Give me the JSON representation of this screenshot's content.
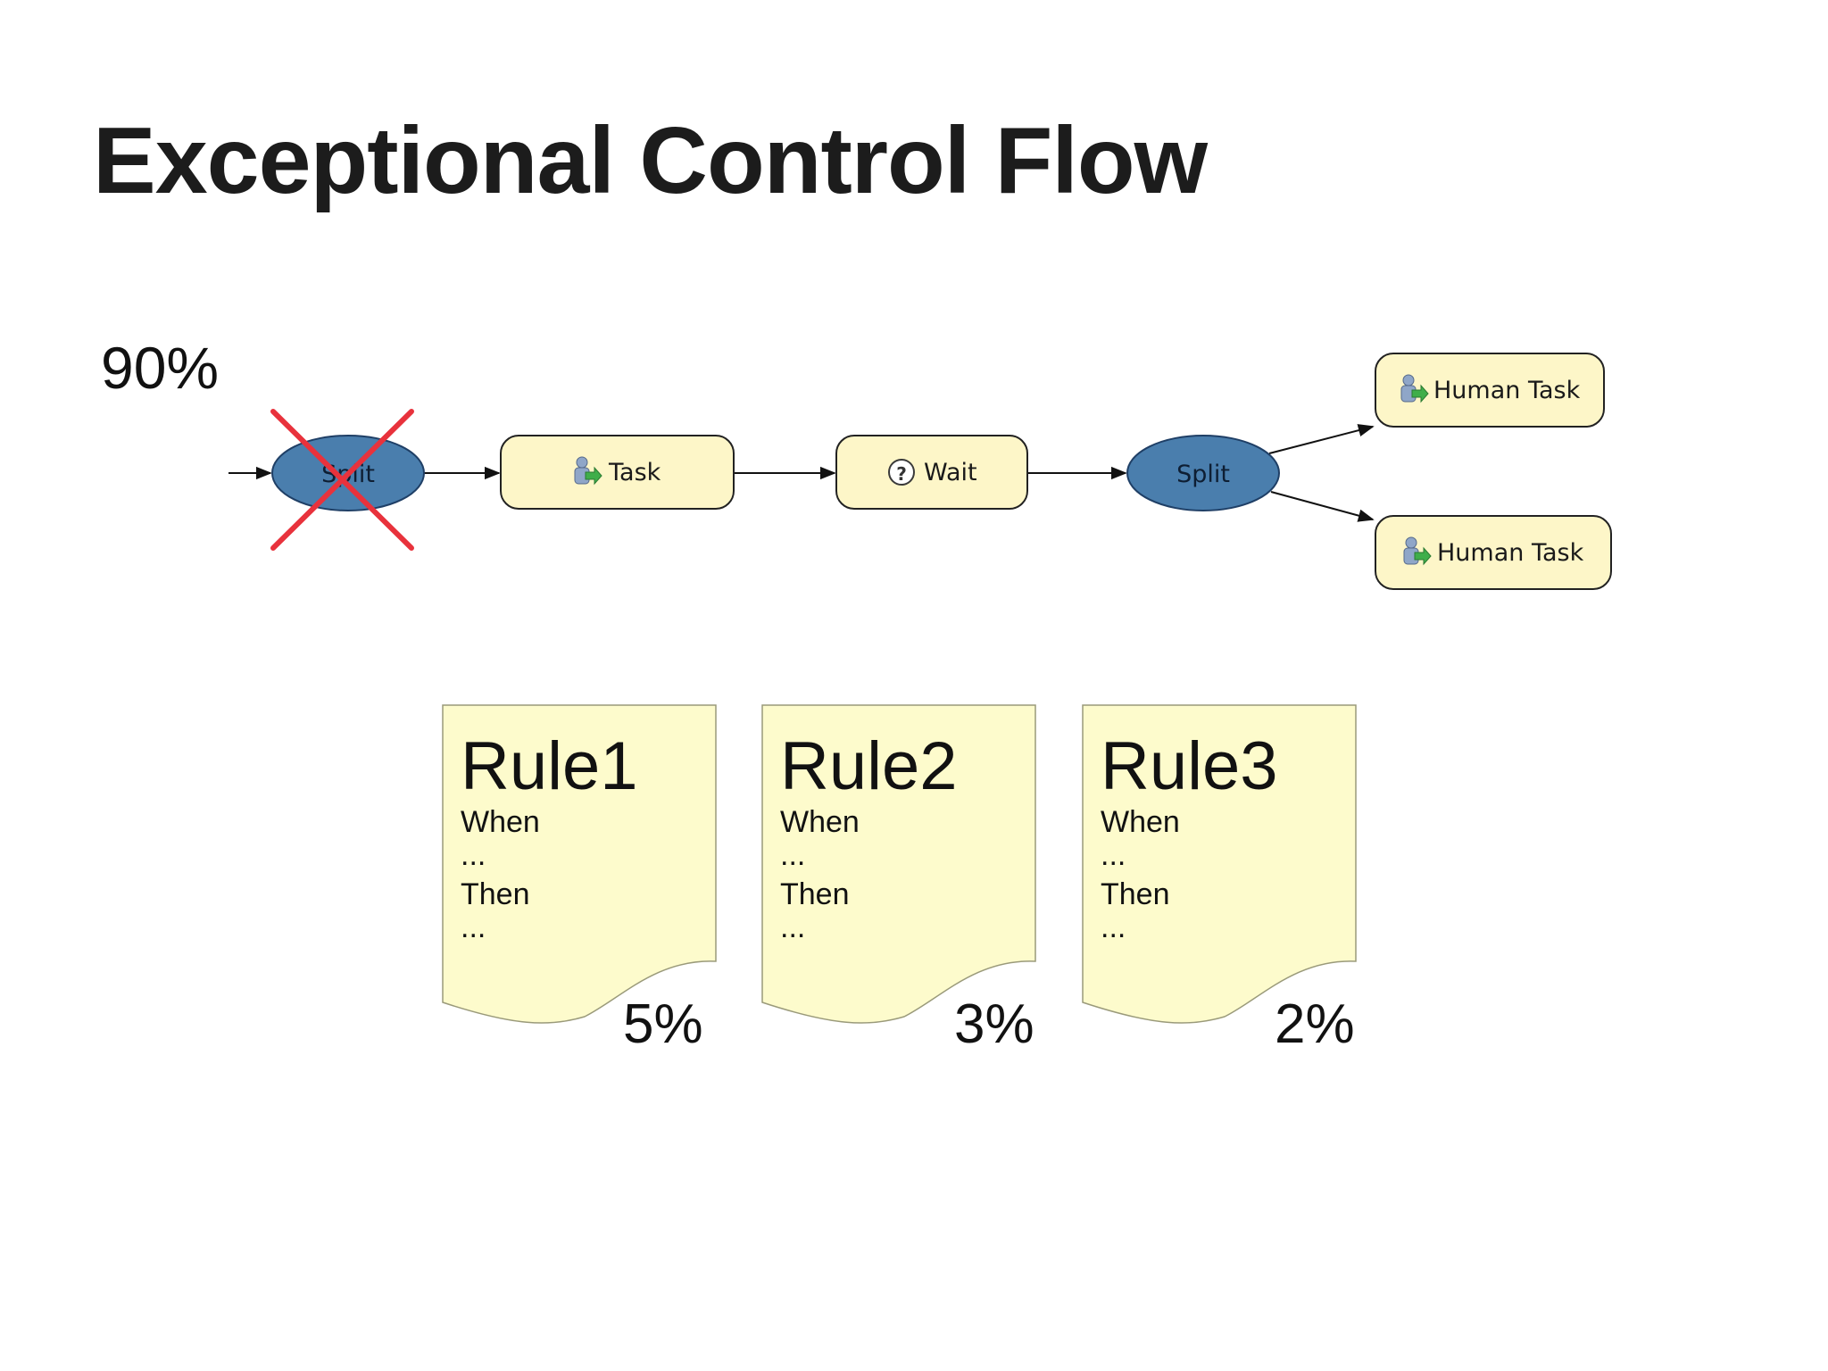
{
  "slide": {
    "title": "Exceptional Control Flow",
    "main_percent": "90%"
  },
  "flow": {
    "split_crossed": "Split",
    "task": "Task",
    "wait": "Wait",
    "split": "Split",
    "human_task_1": "Human Task",
    "human_task_2": "Human Task",
    "cross_color": "#e8323c",
    "split_fill": "#4a7ead",
    "node_fill": "#fdf6c8"
  },
  "rules": [
    {
      "name": "Rule1",
      "when": "When",
      "when_body": "...",
      "then": "Then",
      "then_body": "...",
      "percent": "5%"
    },
    {
      "name": "Rule2",
      "when": "When",
      "when_body": "...",
      "then": "Then",
      "then_body": "...",
      "percent": "3%"
    },
    {
      "name": "Rule3",
      "when": "When",
      "when_body": "...",
      "then": "Then",
      "then_body": "...",
      "percent": "2%"
    }
  ]
}
